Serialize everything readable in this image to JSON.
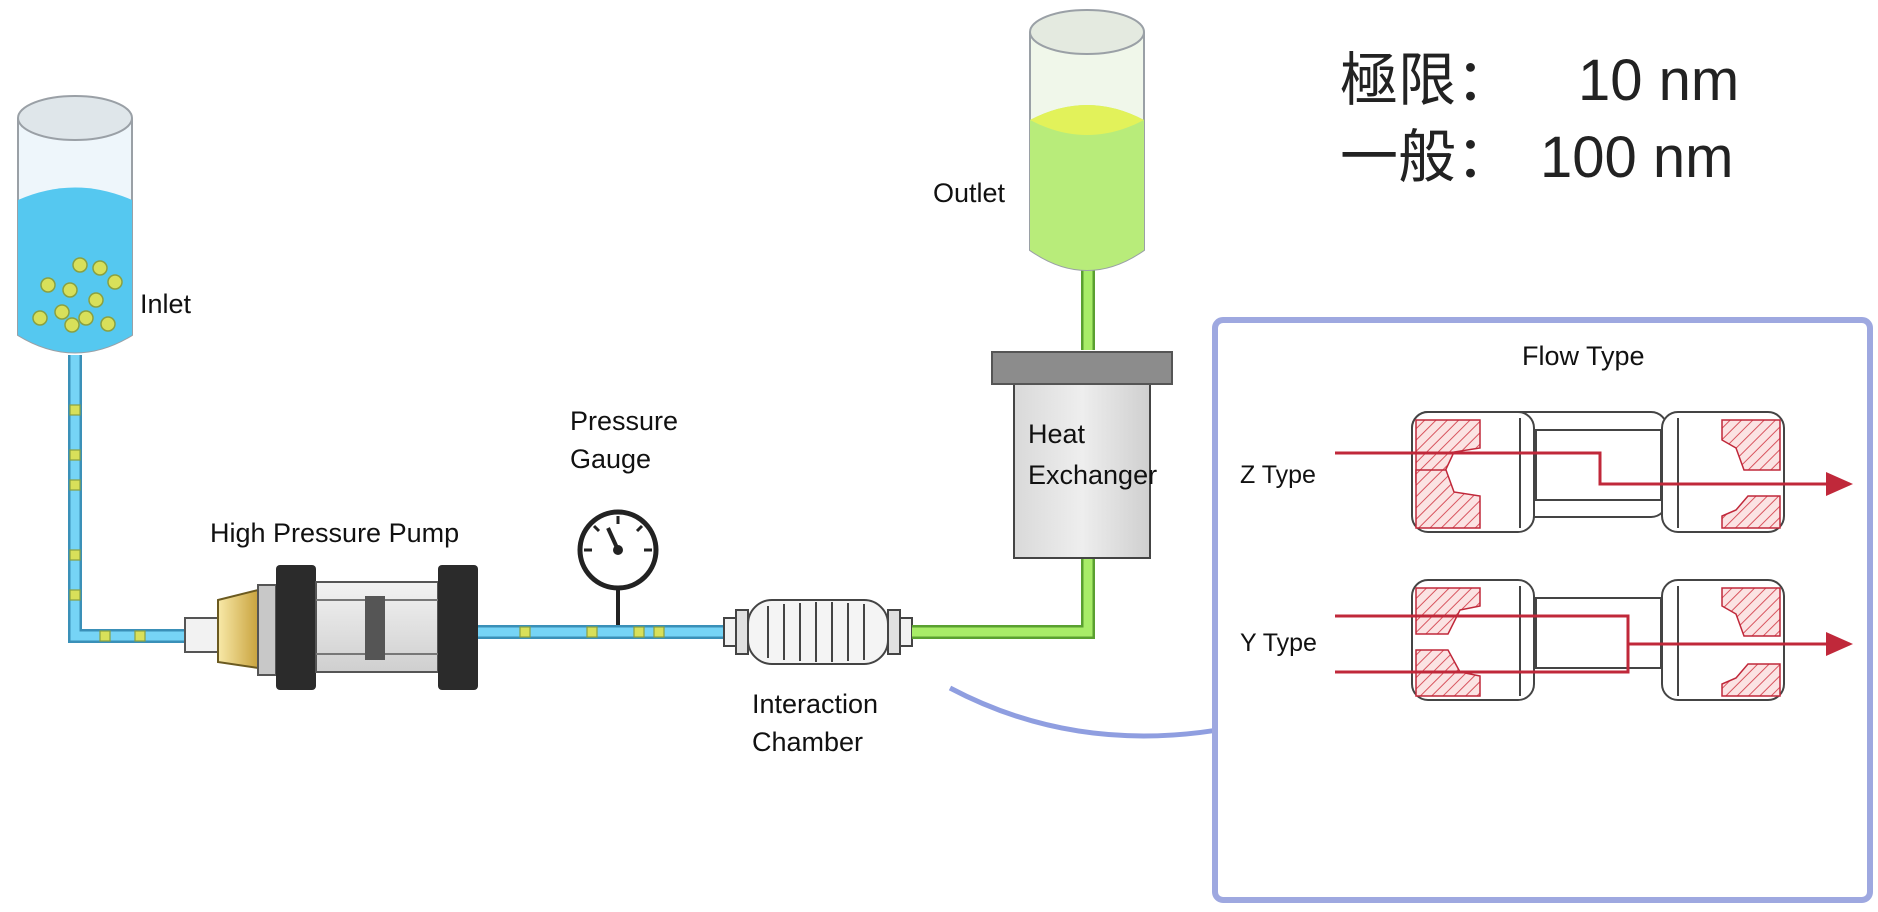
{
  "labels": {
    "inlet": "Inlet",
    "outlet": "Outlet",
    "high_pressure_pump": "High Pressure Pump",
    "pressure_gauge_line1": "Pressure",
    "pressure_gauge_line2": "Gauge",
    "heat_exchanger_line1": "Heat",
    "heat_exchanger_line2": "Exchanger",
    "interaction_chamber_line1": "Interaction",
    "interaction_chamber_line2": "Chamber"
  },
  "size_note": {
    "limit_label": "極限：",
    "limit_value": "10 nm",
    "general_label": "一般：",
    "general_value": "100 nm"
  },
  "flow_panel": {
    "title": "Flow Type",
    "z_type": "Z Type",
    "y_type": "Y Type"
  },
  "colors": {
    "inlet_liquid": "#55c8f0",
    "outlet_liquid": "#b8ec7a",
    "particle": "#d8e05a",
    "panel_border": "#9ea8e0",
    "flow_arrow": "#c0283a",
    "pointer_arrow": "#8f9ee0"
  }
}
